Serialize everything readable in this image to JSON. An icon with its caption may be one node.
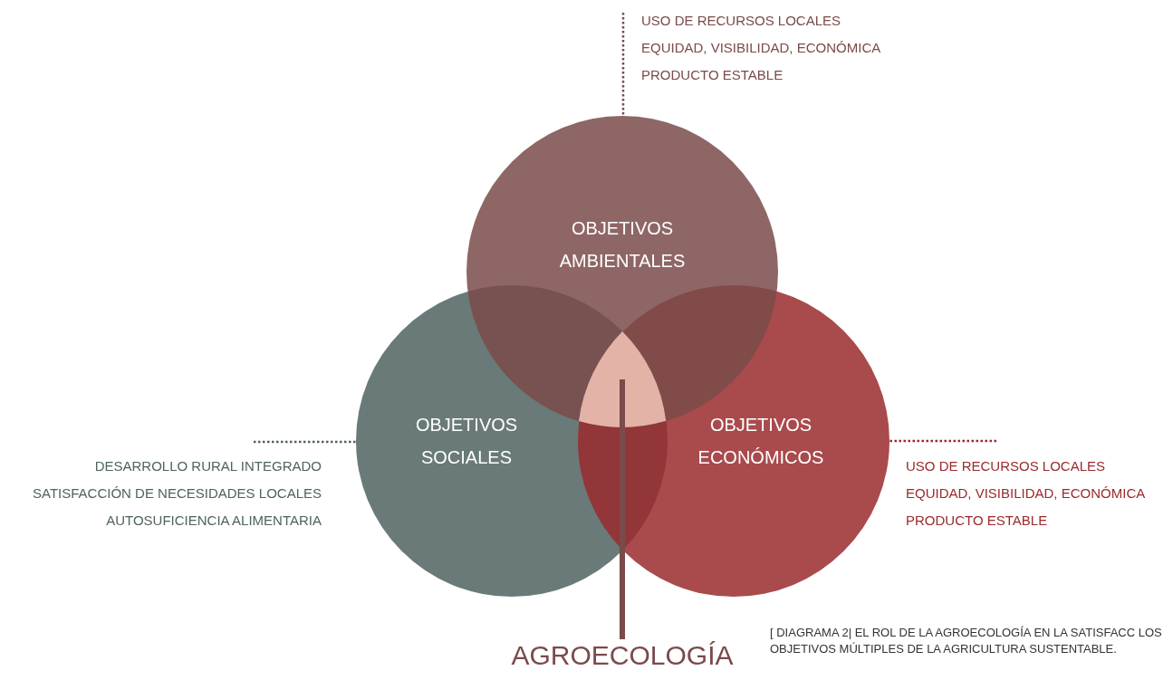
{
  "diagram": {
    "caption": "[ DIAGRAMA 2| EL ROL DE LA AGROECOLOGÍA EN LA SATISFACC LOS OBJETIVOS MÚLTIPLES DE LA AGRICULTURA SUSTENTABLE.",
    "nodes": [
      {
        "text": [
          "OBJETIVOS AMBIENTALES"
        ]
      },
      {
        "text": [
          "OBJETIVOS SOCIALES"
        ]
      },
      {
        "text": [
          "OBJETIVOS ECONÓMICOS"
        ]
      },
      {
        "text": [
          "USO DE RECURSOS LOCALES",
          "EQUIDAD, VISIBILIDAD, ECONÓMICA",
          "PRODUCTO ESTABLE"
        ]
      },
      {
        "text": [
          "DESARROLLO RURAL INTEGRADO",
          "SATISFACCIÓN DE NECESIDADES LOCALES",
          "AUTOSUFICIENCIA ALIMENTARIA"
        ]
      },
      {
        "text": [
          "USO DE RECURSOS LOCALES",
          "EQUIDAD, VISIBILIDAD, ECONÓMICA",
          "PRODUCTO ESTABLE"
        ]
      },
      {
        "text": [
          "AGROECOLOGÍA"
        ]
      },
      {
        "text": [],
        "shape": "triangle"
      }
    ],
    "edges": [
      {
        "from": 3,
        "to": 0,
        "arrow": "none",
        "style": "dashed",
        "color": "#7a4b4a"
      },
      {
        "from": 4,
        "to": 1,
        "arrow": "none",
        "style": "dashed",
        "color": "#4f6360"
      },
      {
        "from": 5,
        "to": 2,
        "arrow": "none",
        "style": "dashed",
        "color": "#9a2a2e"
      },
      {
        "from": 6,
        "to": 7,
        "arrow": "none",
        "style": "thick",
        "color": "#7a4b4a"
      }
    ]
  }
}
